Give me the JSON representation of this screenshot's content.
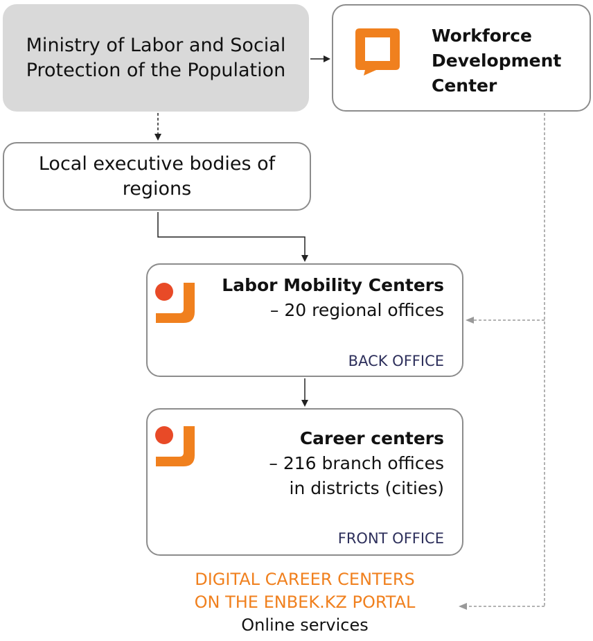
{
  "ministry": {
    "label": "Ministry of Labor and Social Protection of the Population"
  },
  "workforce_center": {
    "title_lines": [
      "Workforce",
      "Development",
      "Center"
    ]
  },
  "local_bodies": {
    "label": "Local executive bodies of regions"
  },
  "labor_mobility": {
    "title": "Labor Mobility Centers",
    "subtitle": "– 20 regional offices",
    "office": "BACK OFFICE"
  },
  "career_centers": {
    "title": "Career centers",
    "line2": "– 216 branch offices",
    "line3": "in districts (cities)",
    "office": "FRONT OFFICE"
  },
  "digital": {
    "line1": "DIGITAL CAREER CENTERS",
    "line2": "ON THE ENBEK.KZ PORTAL",
    "line3": "Online services"
  },
  "colors": {
    "accent_orange": "#f0801e",
    "logo_red": "#e84a27",
    "ministry_fill": "#d9d9d9",
    "office_text": "#2d2f5b"
  },
  "icons": [
    "wdc-logo-icon",
    "enbek-logo-icon"
  ]
}
